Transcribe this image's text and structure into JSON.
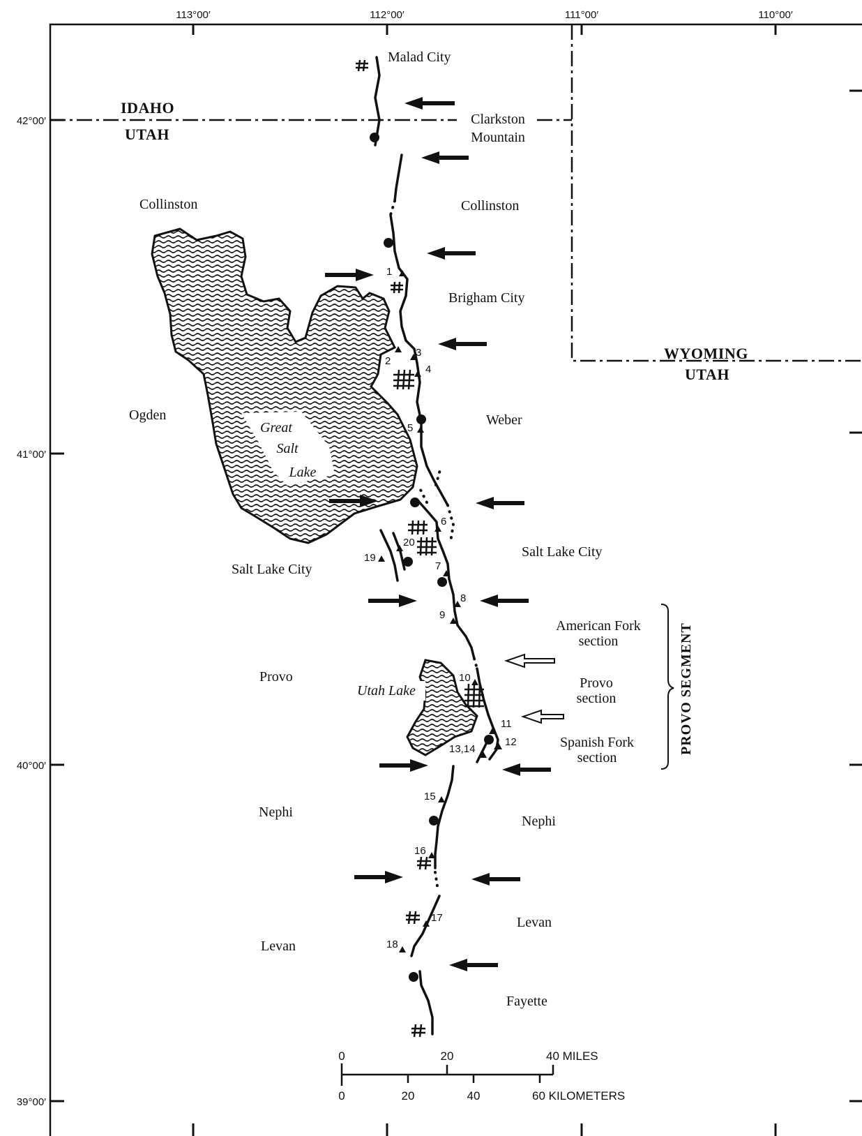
{
  "coordinates": {
    "longitudes": [
      "113°00′",
      "112°00′",
      "111°00′",
      "110°00′"
    ],
    "latitudes": [
      "42°00′",
      "41°00′",
      "40°00′",
      "39°00′"
    ]
  },
  "states": {
    "idaho": "IDAHO",
    "utah_north": "UTAH",
    "wyoming": "WYOMING",
    "utah_east": "UTAH"
  },
  "lakes": {
    "great_salt_1": "Great",
    "great_salt_2": "Salt",
    "great_salt_3": "Lake",
    "utah_lake": "Utah Lake"
  },
  "west_labels": {
    "collinston": "Collinston",
    "ogden": "Ogden",
    "salt_lake_city": "Salt Lake City",
    "provo": "Provo",
    "nephi": "Nephi",
    "levan": "Levan"
  },
  "east_labels": {
    "malad_city": "Malad City",
    "clarkston_1": "Clarkston",
    "clarkston_2": "Mountain",
    "collinston": "Collinston",
    "brigham_city": "Brigham City",
    "weber": "Weber",
    "salt_lake_city": "Salt Lake City",
    "american_fork_1": "American Fork",
    "american_fork_2": "section",
    "provo_1": "Provo",
    "provo_2": "section",
    "spanish_fork_1": "Spanish Fork",
    "spanish_fork_2": "section",
    "nephi": "Nephi",
    "levan": "Levan",
    "fayette": "Fayette"
  },
  "provo_segment": "PROVO SEGMENT",
  "sites": [
    "1",
    "2",
    "3",
    "4",
    "5",
    "6",
    "7",
    "8",
    "9",
    "10",
    "11",
    "12",
    "13,14",
    "15",
    "16",
    "17",
    "18",
    "19",
    "20"
  ],
  "scale_bar": {
    "miles": [
      "0",
      "20",
      "40  MILES"
    ],
    "kilometers": [
      "0",
      "20",
      "40",
      "60 KILOMETERS"
    ]
  }
}
